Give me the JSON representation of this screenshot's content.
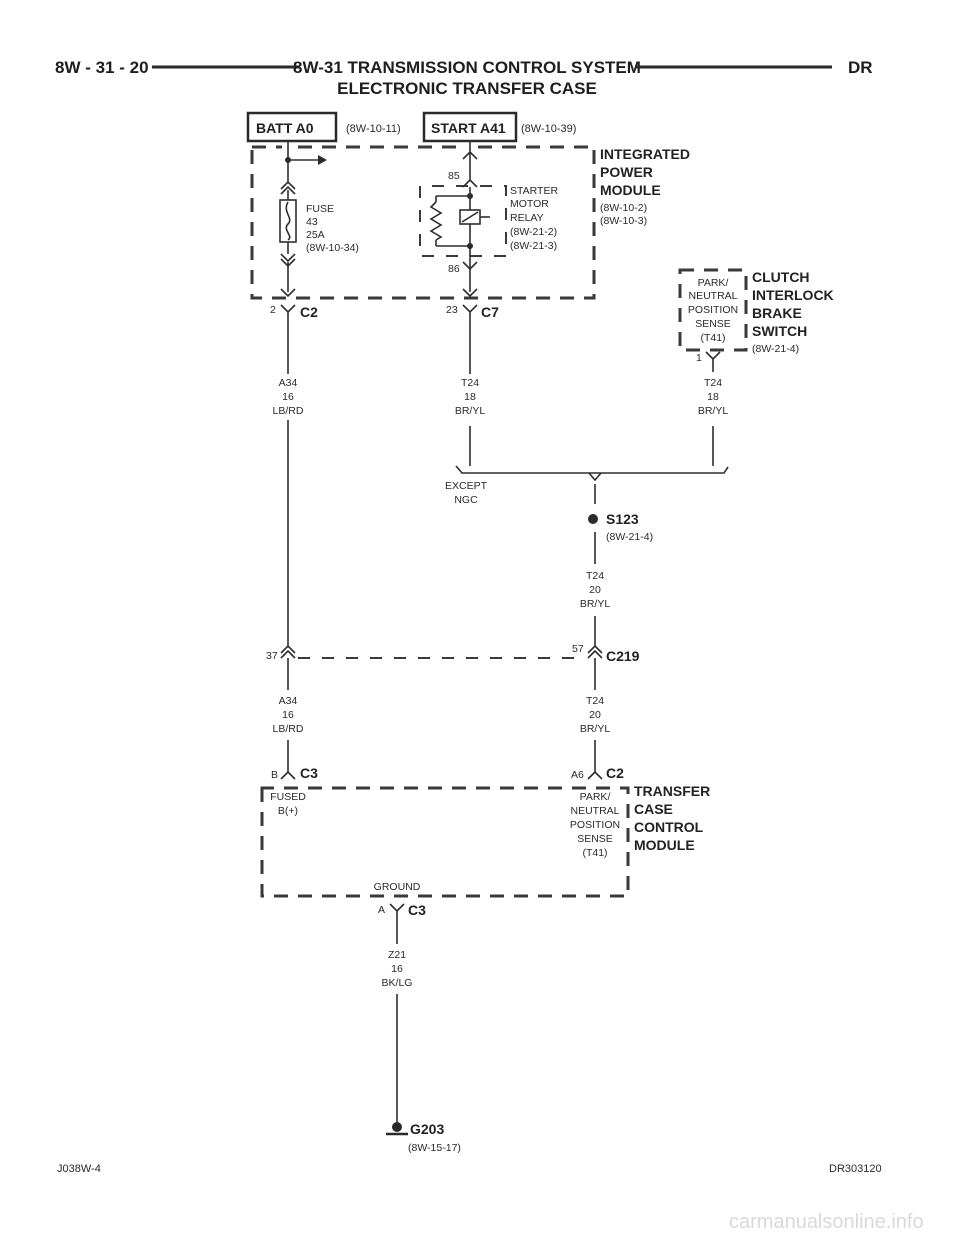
{
  "header": {
    "page_number": "8W - 31 - 20",
    "title_line1": "8W-31 TRANSMISSION CONTROL SYSTEM",
    "title_line2": "ELECTRONIC TRANSFER CASE",
    "model": "DR"
  },
  "sources": {
    "batt": {
      "label": "BATT A0",
      "ref": "(8W-10-11)"
    },
    "start": {
      "label": "START A41",
      "ref": "(8W-10-39)"
    }
  },
  "ipm": {
    "title_lines": [
      "INTEGRATED",
      "POWER",
      "MODULE"
    ],
    "refs": [
      "(8W-10-2)",
      "(8W-10-3)"
    ],
    "fuse_lines": [
      "FUSE",
      "43",
      "25A",
      "(8W-10-34)"
    ],
    "relay_lines": [
      "STARTER",
      "MOTOR",
      "RELAY",
      "(8W-21-2)",
      "(8W-21-3)"
    ],
    "pin_85": "85",
    "pin_86": "86",
    "conn_c2_pin": "2",
    "conn_c2": "C2",
    "conn_c7_pin": "23",
    "conn_c7": "C7"
  },
  "switch": {
    "inner_lines": [
      "PARK/",
      "NEUTRAL",
      "POSITION",
      "SENSE",
      "(T41)"
    ],
    "title_lines": [
      "CLUTCH",
      "INTERLOCK",
      "BRAKE",
      "SWITCH"
    ],
    "ref": "(8W-21-4)",
    "pin": "1"
  },
  "wires": {
    "a34_top": [
      "A34",
      "16",
      "LB/RD"
    ],
    "t24_ipm": [
      "T24",
      "18",
      "BR/YL"
    ],
    "t24_switch": [
      "T24",
      "18",
      "BR/YL"
    ],
    "t24_splice": [
      "T24",
      "20",
      "BR/YL"
    ],
    "a34_bottom": [
      "A34",
      "16",
      "LB/RD"
    ],
    "t24_bottom": [
      "T24",
      "20",
      "BR/YL"
    ],
    "z21": [
      "Z21",
      "16",
      "BK/LG"
    ]
  },
  "except_lines": [
    "EXCEPT",
    "NGC"
  ],
  "splice": {
    "label": "S123",
    "ref": "(8W-21-4)"
  },
  "c219": {
    "label": "C219",
    "pin_left": "37",
    "pin_right": "57"
  },
  "tccm": {
    "title_lines": [
      "TRANSFER",
      "CASE",
      "CONTROL",
      "MODULE"
    ],
    "c3_pin": "B",
    "c3": "C3",
    "c2_pin": "A6",
    "c2": "C2",
    "fused_lines": [
      "FUSED",
      "B(+)"
    ],
    "sense_lines": [
      "PARK/",
      "NEUTRAL",
      "POSITION",
      "SENSE",
      "(T41)"
    ],
    "ground_label": "GROUND",
    "ground_pin": "A",
    "ground_conn": "C3"
  },
  "ground": {
    "label": "G203",
    "ref": "(8W-15-17)"
  },
  "footer": {
    "left_code": "J038W-4",
    "right_code": "DR303120",
    "watermark": "carmanualsonline.info"
  }
}
